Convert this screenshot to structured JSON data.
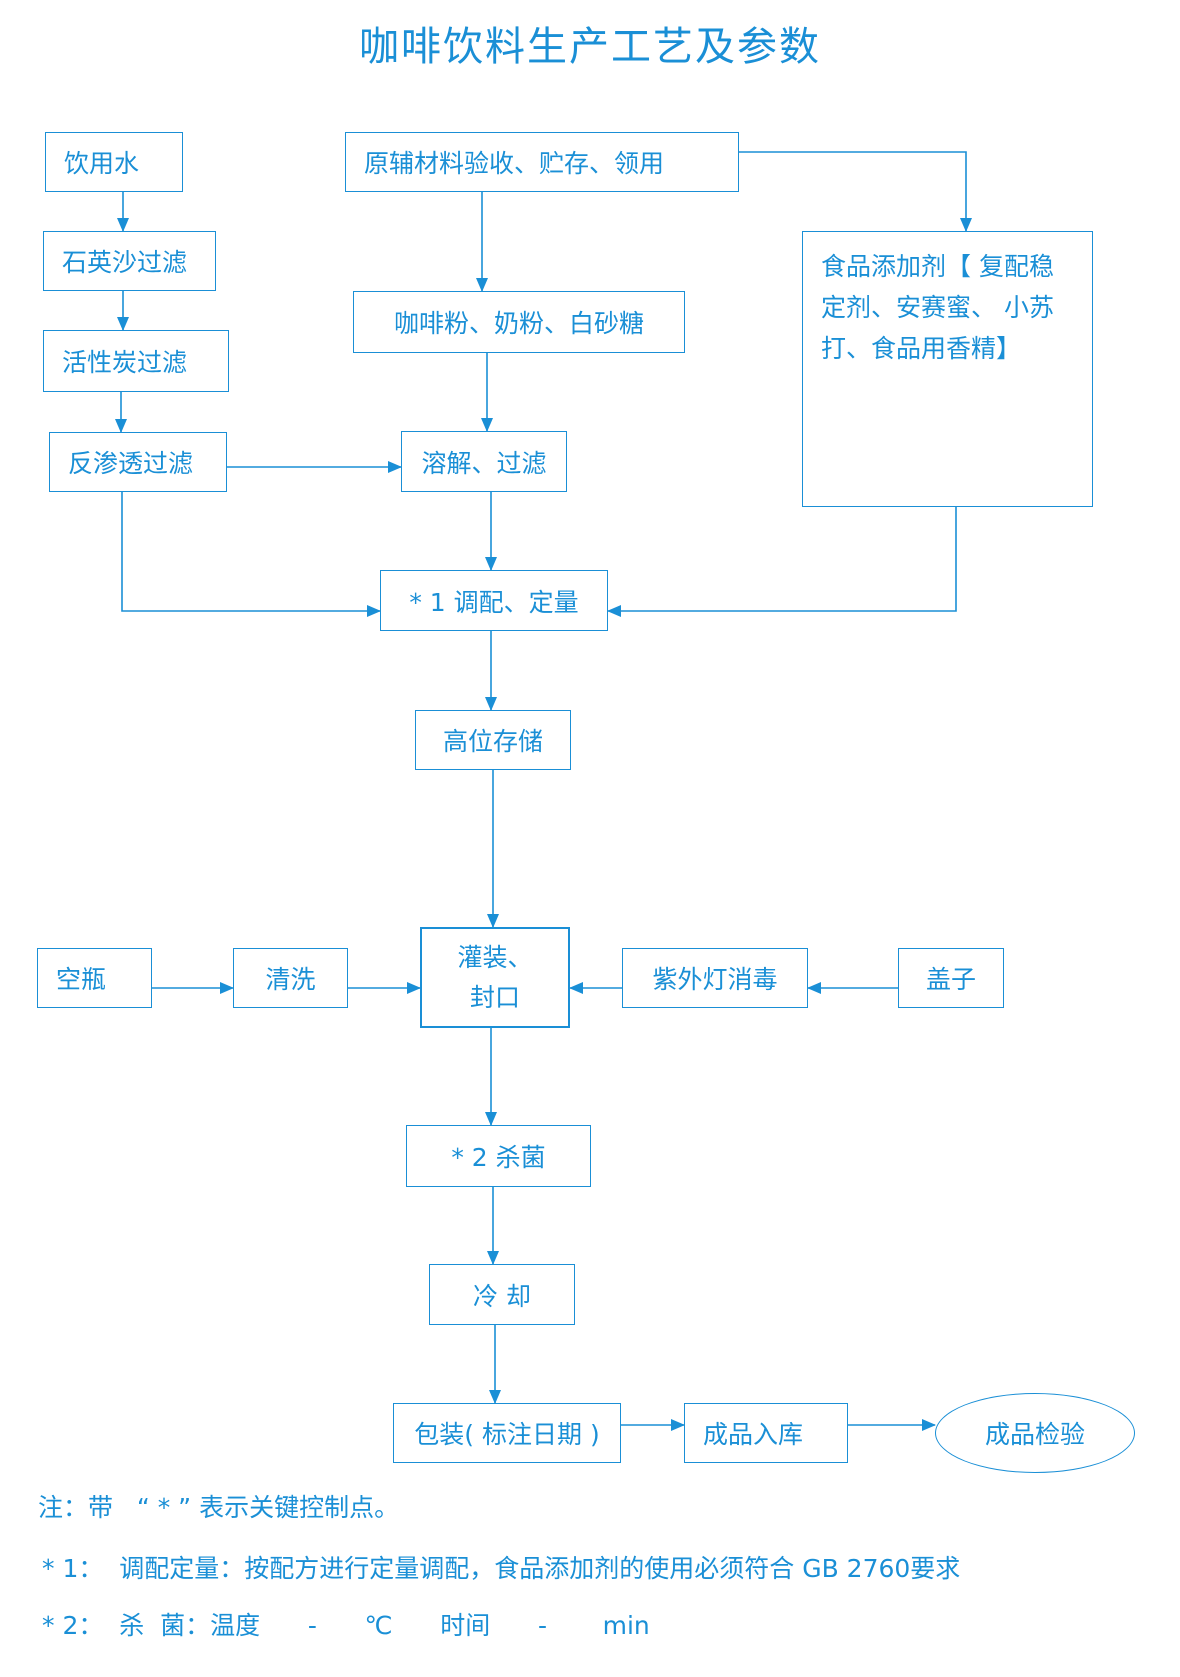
{
  "title": "咖啡饮料生产工艺及参数",
  "nodes": {
    "water": "饮用水",
    "quartz": "石英沙过滤",
    "carbon": "活性炭过滤",
    "ro": "反渗透过滤",
    "raw": "原辅材料验收、贮存、领用",
    "powders": "咖啡粉、奶粉、白砂糖",
    "dissolve": "溶解、过滤",
    "additives": "食品添加剂【 复配稳定剂、安赛蜜、 小苏打、食品用香精】",
    "mix": "* 1 调配、定量",
    "storage": "高位存储",
    "bottle": "空瓶",
    "wash": "清洗",
    "fill_line1": "灌装、",
    "fill_line2": "封口",
    "uv": "紫外灯消毒",
    "cap": "盖子",
    "sterilize": "* 2  杀菌",
    "cool": "冷  却",
    "pack": "包装( 标注日期 )",
    "store": "成品入库",
    "inspect": "成品检验"
  },
  "notes": {
    "note1": "注：带   “ * ” 表示关键控制点。",
    "note2": "* 1：  调配定量：按配方进行定量调配，食品添加剂的使用必须符合 GB 2760要求",
    "note3": "* 2：  杀  菌：温度      -      ℃      时间      -       min"
  },
  "colors": {
    "accent": "#1a8fd6",
    "background": "#ffffff"
  }
}
